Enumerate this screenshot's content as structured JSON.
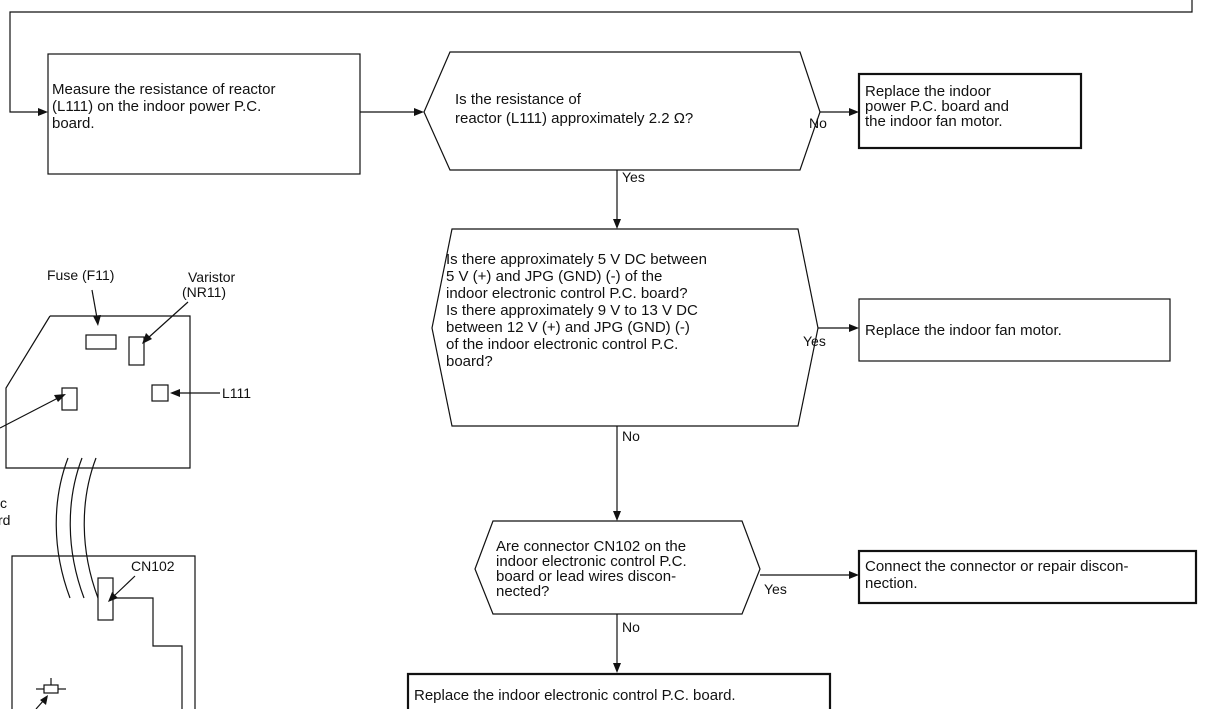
{
  "steps": {
    "measure": [
      "Measure the resistance of reactor",
      "(L111) on the indoor power P.C.",
      "board."
    ],
    "q_resistance": [
      "Is the resistance of",
      "reactor (L111) approximately 2.2 Ω?"
    ],
    "replace_power_board": [
      "Replace the indoor",
      "power P.C. board and",
      "the indoor fan motor."
    ],
    "q_voltage": [
      "Is there approximately 5 V DC between",
      "5 V (+) and JPG (GND) (-) of the",
      "indoor electronic control P.C. board?",
      "",
      "Is there approximately 9 V to 13 V DC",
      "between 12 V (+) and JPG (GND) (-)",
      "of the indoor electronic control P.C.",
      "board?"
    ],
    "replace_fan_motor": [
      "Replace the indoor fan motor."
    ],
    "q_connector": [
      "Are connector CN102 on the",
      "indoor electronic control P.C.",
      "board or lead wires discon-",
      "nected?"
    ],
    "connect": [
      "Connect the connector or repair discon-",
      "nection."
    ],
    "replace_control_board": [
      "Replace the indoor electronic control P.C. board."
    ]
  },
  "branches": {
    "no_1": "No",
    "yes_1": "Yes",
    "yes_2": "Yes",
    "no_2": "No",
    "yes_3": "Yes",
    "no_3": "No"
  },
  "board_labels": {
    "fuse": "Fuse (F11)",
    "varistor": [
      "Varistor",
      "(NR11)"
    ],
    "l111": "L111",
    "cn102": "CN102",
    "cut_off": [
      "c",
      "rd"
    ]
  }
}
